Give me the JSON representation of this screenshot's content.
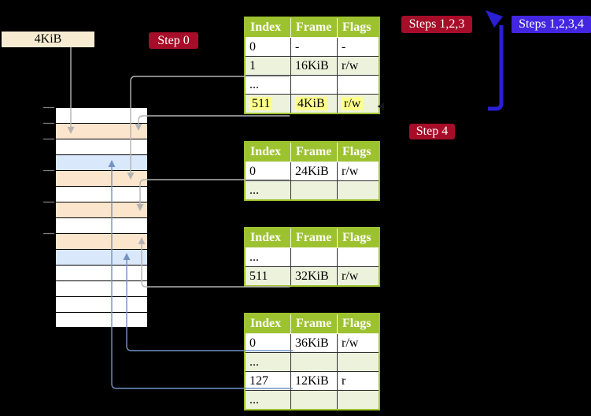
{
  "colors": {
    "bg": "#000000",
    "green_header": "#9dc22f",
    "green_light": "#edf2dd",
    "peach": "#fce5cd",
    "light_blue": "#dae8fc",
    "cream": "#f7ecd2",
    "yellow_hl": "#ffff8c",
    "crimson": "#a60d28",
    "badge_blue": "#4326e2",
    "wire_gray": "#b3b3b3",
    "wire_blue": "#7393c4",
    "arrow_blue": "#2b1fd4",
    "tick_gray": "#7f7f7f"
  },
  "frame_label": {
    "text": "4KiB"
  },
  "badges": {
    "step0": {
      "label": "Step 0"
    },
    "steps123": {
      "label": "Steps 1,2,3"
    },
    "steps1234": {
      "label": "Steps 1,2,3,4"
    },
    "step4": {
      "label": "Step 4"
    }
  },
  "tables": [
    {
      "name": "table-1",
      "headers": [
        "Index",
        "Frame",
        "Flags"
      ],
      "rows": [
        {
          "cells": [
            "0",
            "-",
            "-"
          ]
        },
        {
          "cells": [
            "1",
            "16KiB",
            "r/w"
          ]
        },
        {
          "cells": [
            "...",
            "",
            ""
          ]
        },
        {
          "cells": [
            "511",
            "4KiB",
            "r/w"
          ],
          "highlight": true
        }
      ]
    },
    {
      "name": "table-2",
      "headers": [
        "Index",
        "Frame",
        "Flags"
      ],
      "rows": [
        {
          "cells": [
            "0",
            "24KiB",
            "r/w"
          ]
        },
        {
          "cells": [
            "...",
            "",
            ""
          ]
        }
      ]
    },
    {
      "name": "table-3",
      "headers": [
        "Index",
        "Frame",
        "Flags"
      ],
      "rows": [
        {
          "cells": [
            "...",
            "",
            ""
          ]
        },
        {
          "cells": [
            "511",
            "32KiB",
            "r/w"
          ]
        }
      ]
    },
    {
      "name": "table-4",
      "headers": [
        "Index",
        "Frame",
        "Flags"
      ],
      "rows": [
        {
          "cells": [
            "0",
            "36KiB",
            "r/w"
          ]
        },
        {
          "cells": [
            "...",
            "",
            ""
          ]
        },
        {
          "cells": [
            "127",
            "12KiB",
            "r"
          ]
        },
        {
          "cells": [
            "...",
            "",
            ""
          ]
        }
      ]
    }
  ],
  "memory_column": {
    "rows": [
      {
        "color": "white"
      },
      {
        "color": "peach"
      },
      {
        "color": "white"
      },
      {
        "color": "blue"
      },
      {
        "color": "peach"
      },
      {
        "color": "white"
      },
      {
        "color": "peach"
      },
      {
        "color": "white"
      },
      {
        "color": "peach"
      },
      {
        "color": "blue"
      },
      {
        "color": "white"
      },
      {
        "color": "white"
      },
      {
        "color": "white"
      },
      {
        "color": "white"
      }
    ]
  },
  "connections": [
    {
      "from": "frame-label-4kib",
      "to": "memory-row-2",
      "style": "gray-arrow"
    },
    {
      "from": "table-1-row-1",
      "to": "memory-row-5",
      "style": "gray-arrow"
    },
    {
      "from": "table-1-row-511",
      "to": "memory-row-2",
      "style": "gray-arrow"
    },
    {
      "from": "table-2-row-0",
      "to": "memory-row-7",
      "style": "gray-arrow"
    },
    {
      "from": "table-3-row-511",
      "to": "memory-row-9",
      "style": "gray-arrow"
    },
    {
      "from": "table-4-row-0",
      "to": "memory-row-10",
      "style": "blue-arrow"
    },
    {
      "from": "table-4-row-127",
      "to": "memory-row-4",
      "style": "blue-arrow"
    },
    {
      "from": "table-1-row-511",
      "to": "table-1",
      "style": "thick-blue-loop"
    }
  ]
}
